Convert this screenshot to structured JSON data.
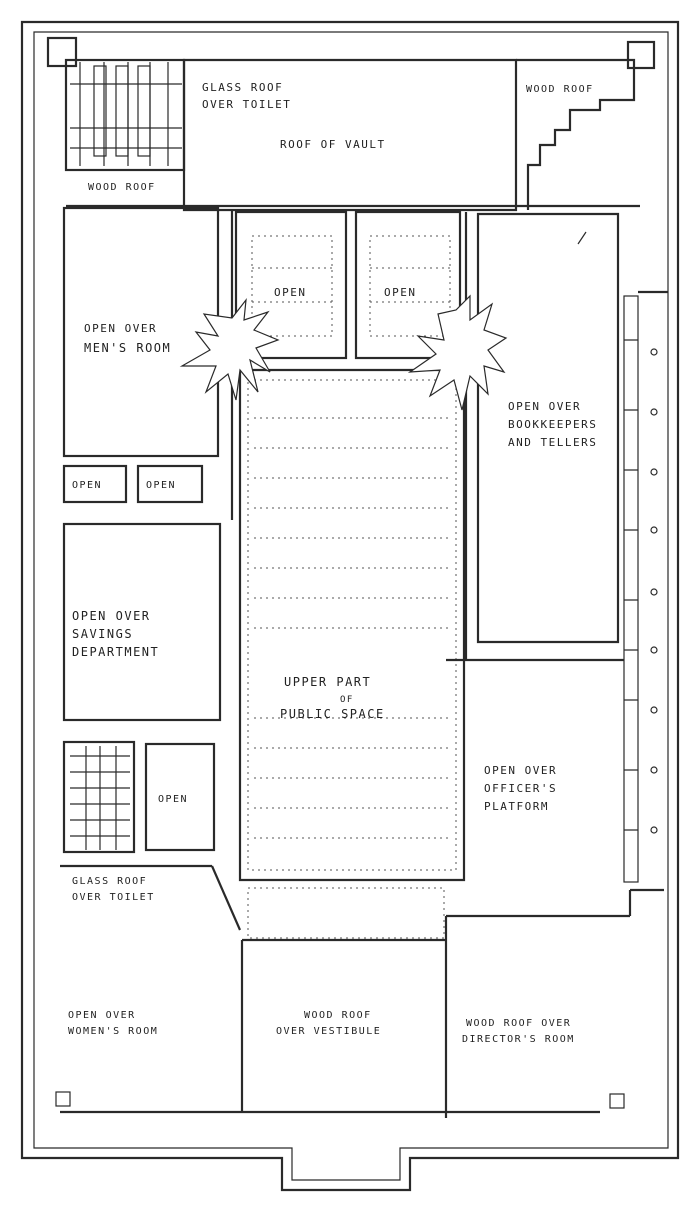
{
  "labels": {
    "glass_roof_over_toilet_top_1": "GLASS ROOF",
    "glass_roof_over_toilet_top_2": "OVER TOILET",
    "wood_roof_top_right": "WOOD ROOF",
    "roof_of_vault": "ROOF OF VAULT",
    "wood_roof_top_left": "WOOD ROOF",
    "open_left_small": "OPEN",
    "open_right_small": "OPEN",
    "open_over_mens_1": "OPEN OVER",
    "open_over_mens_2": "MEN'S ROOM",
    "open_over_bookkeepers_1": "OPEN OVER",
    "open_over_bookkeepers_2": "BOOKKEEPERS",
    "open_over_bookkeepers_3": "AND TELLERS",
    "open_a": "OPEN",
    "open_b": "OPEN",
    "open_over_savings_1": "OPEN OVER",
    "open_over_savings_2": "SAVINGS",
    "open_over_savings_3": "DEPARTMENT",
    "public_space_1": "UPPER PART",
    "public_space_2": "OF",
    "public_space_3": "PUBLIC SPACE",
    "open_c": "OPEN",
    "open_over_officers_1": "OPEN OVER",
    "open_over_officers_2": "OFFICER'S",
    "open_over_officers_3": "PLATFORM",
    "glass_roof_over_toilet_bottom_1": "GLASS ROOF",
    "glass_roof_over_toilet_bottom_2": "OVER TOILET",
    "open_over_womens_1": "OPEN OVER",
    "open_over_womens_2": "WOMEN'S ROOM",
    "wood_roof_vestibule_1": "WOOD ROOF",
    "wood_roof_vestibule_2": "OVER VESTIBULE",
    "wood_roof_directors_1": "WOOD ROOF OVER",
    "wood_roof_directors_2": "DIRECTOR'S ROOM"
  }
}
